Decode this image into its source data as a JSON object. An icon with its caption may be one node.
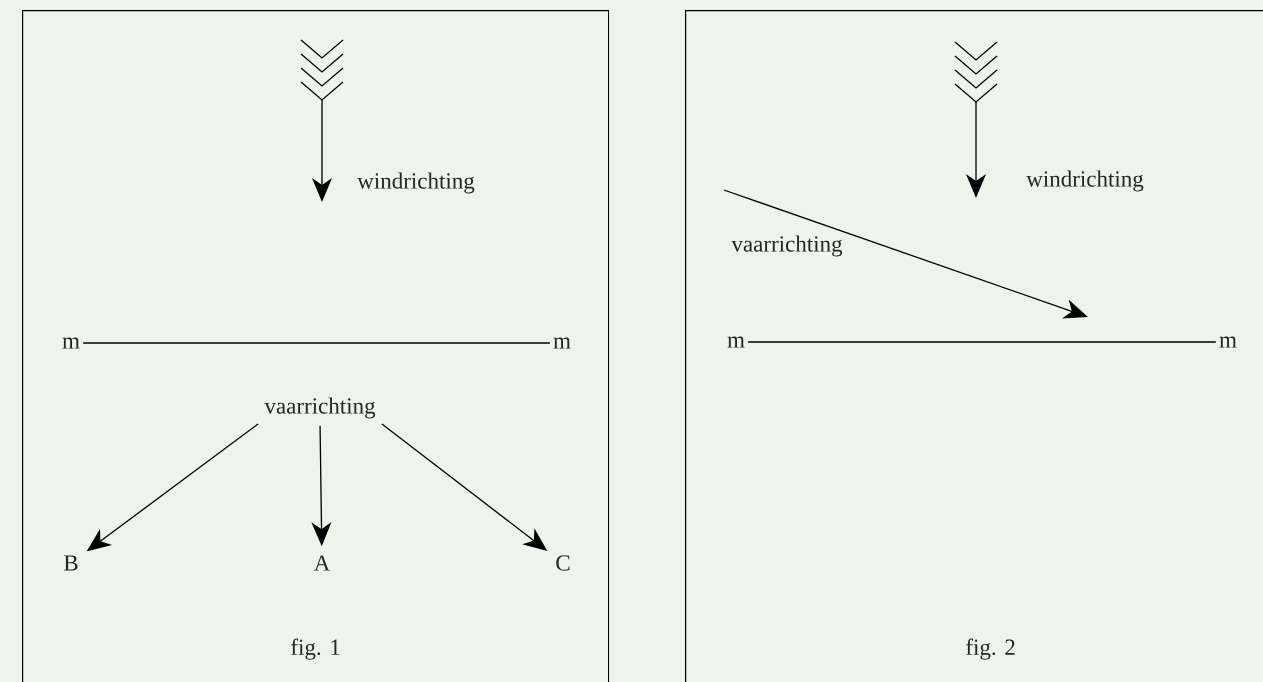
{
  "diagram": {
    "nodes": [
      {
        "text": [
          "fig. 1"
        ]
      },
      {
        "text": [
          "m"
        ],
        "in": 0
      },
      {
        "text": [
          "m"
        ],
        "in": 0
      },
      {
        "text": [
          "B"
        ],
        "in": 0
      },
      {
        "text": [
          "A"
        ],
        "in": 0
      },
      {
        "text": [
          "C"
        ],
        "in": 0
      },
      {
        "text": [
          "fig. 2"
        ]
      },
      {
        "text": [
          "m"
        ],
        "in": 6
      },
      {
        "text": [
          "m"
        ],
        "in": 6
      },
      {
        "text": [
          "vaarrichting"
        ],
        "in": 0
      }
    ],
    "edges": [
      {
        "from": 1,
        "to": 2,
        "arrow": "none"
      },
      {
        "from": 9,
        "to": 3,
        "arrow": "to"
      },
      {
        "from": 9,
        "to": 4,
        "arrow": "to"
      },
      {
        "from": 9,
        "to": 5,
        "arrow": "to"
      },
      {
        "from": 7,
        "to": 8,
        "arrow": "none"
      }
    ],
    "labels": [
      "windrichting",
      "windrichting",
      "vaarrichting"
    ]
  }
}
